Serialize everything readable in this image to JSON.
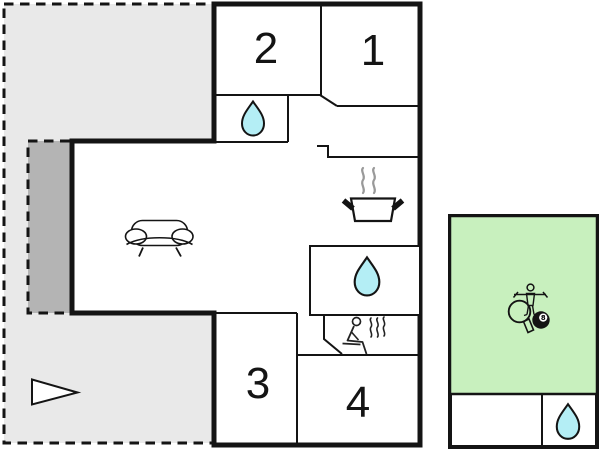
{
  "floor_plan": {
    "main_building": {
      "rooms": [
        {
          "id": "bedroom-1",
          "label": "1"
        },
        {
          "id": "bedroom-2",
          "label": "2"
        },
        {
          "id": "bedroom-3",
          "label": "3"
        },
        {
          "id": "bedroom-4",
          "label": "4"
        }
      ],
      "icons": [
        "water-drop-icon (bathroom under room 2)",
        "water-drop-icon (central bathroom)",
        "sofa-icon (living room)",
        "cooking-pot-icon (kitchen)",
        "sauna-person-icon (sauna)"
      ]
    },
    "terrace": {
      "icons": [
        "sail-triangle-icon"
      ]
    },
    "annex": {
      "icons": [
        "table-tennis-paddle-icon",
        "foosball-player-icon",
        "billiard-8-ball-icon",
        "water-drop-icon (annex bathroom)"
      ],
      "billiard_ball_label": "8"
    },
    "colors": {
      "wall": "#141414",
      "terrace_light": "#e9e9e9",
      "terrace_dark": "#b4b4b4",
      "water_drop": "#b4eef5",
      "activity_room_green": "#c8f0be",
      "room_fill": "#ffffff",
      "steam_gray": "#999999"
    }
  }
}
